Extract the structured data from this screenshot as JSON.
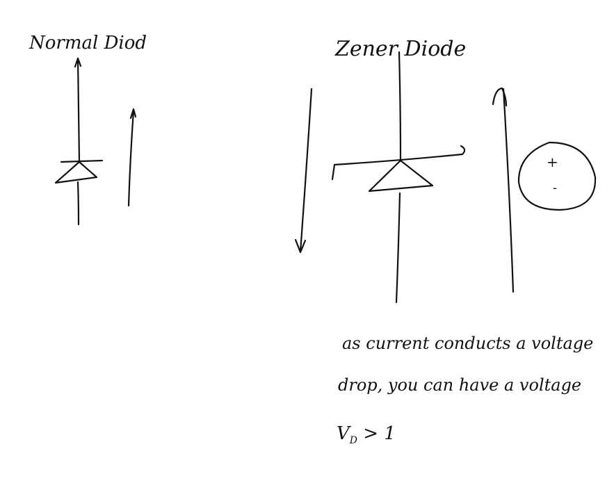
{
  "labels": {
    "normal_diode": "Normal Diod",
    "zener_diode": "Zener Diode",
    "note_line_1": "as current conducts a voltage",
    "note_line_2": "drop, you can have a voltage",
    "note_line_3": "V",
    "note_line_3_sub": "D",
    "note_line_3_rest": " > 1",
    "circle_top_mark": "+",
    "circle_bottom_mark": "-"
  },
  "colors": {
    "ink": "#111111",
    "background": "#ffffff"
  }
}
